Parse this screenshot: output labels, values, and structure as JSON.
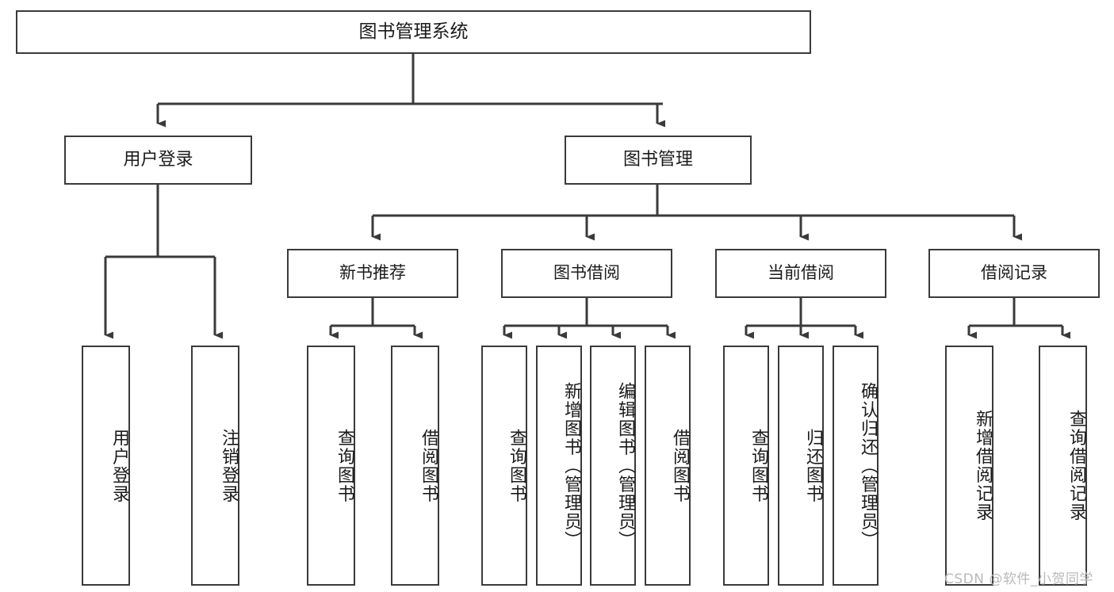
{
  "diagram": {
    "title": "图书管理系统",
    "type": "tree-hierarchy-diagram",
    "line_color": "#3a3a3a",
    "box_fill": "#ffffff",
    "text_color": "#1b1b1b"
  },
  "root": {
    "label": "图书管理系统"
  },
  "level2": [
    {
      "label": "用户登录"
    },
    {
      "label": "图书管理"
    }
  ],
  "level3": [
    {
      "label": "新书推荐"
    },
    {
      "label": "图书借阅"
    },
    {
      "label": "当前借阅"
    },
    {
      "label": "借阅记录"
    }
  ],
  "leaves": {
    "user_login": [
      {
        "label": "用户登录"
      },
      {
        "label": "注销登录"
      }
    ],
    "new_book_recommend": [
      {
        "label": "查询图书"
      },
      {
        "label": "借阅图书"
      }
    ],
    "book_borrow": [
      {
        "label": "查询图书"
      },
      {
        "label": "新增图书（管理员）"
      },
      {
        "label": "编辑图书（管理员）"
      },
      {
        "label": "借阅图书"
      }
    ],
    "current_borrow": [
      {
        "label": "查询图书"
      },
      {
        "label": "归还图书"
      },
      {
        "label": "确认归还（管理员）"
      }
    ],
    "borrow_record": [
      {
        "label": "新增借阅记录"
      },
      {
        "label": "查询借阅记录"
      }
    ]
  },
  "watermark": {
    "text": "CSDN @软件_小贺同学"
  },
  "chart_data": {
    "type": "table",
    "title": "图书管理系统",
    "hierarchy": [
      {
        "label": "图书管理系统",
        "level": 1,
        "children": [
          {
            "label": "用户登录",
            "level": 2,
            "children": [
              {
                "label": "用户登录",
                "level": 3
              },
              {
                "label": "注销登录",
                "level": 3
              }
            ]
          },
          {
            "label": "图书管理",
            "level": 2,
            "children": [
              {
                "label": "新书推荐",
                "level": 3,
                "children": [
                  {
                    "label": "查询图书",
                    "level": 4
                  },
                  {
                    "label": "借阅图书",
                    "level": 4
                  }
                ]
              },
              {
                "label": "图书借阅",
                "level": 3,
                "children": [
                  {
                    "label": "查询图书",
                    "level": 4
                  },
                  {
                    "label": "新增图书（管理员）",
                    "level": 4
                  },
                  {
                    "label": "编辑图书（管理员）",
                    "level": 4
                  },
                  {
                    "label": "借阅图书",
                    "level": 4
                  }
                ]
              },
              {
                "label": "当前借阅",
                "level": 3,
                "children": [
                  {
                    "label": "查询图书",
                    "level": 4
                  },
                  {
                    "label": "归还图书",
                    "level": 4
                  },
                  {
                    "label": "确认归还（管理员）",
                    "level": 4
                  }
                ]
              },
              {
                "label": "借阅记录",
                "level": 3,
                "children": [
                  {
                    "label": "新增借阅记录",
                    "level": 4
                  },
                  {
                    "label": "查询借阅记录",
                    "level": 4
                  }
                ]
              }
            ]
          }
        ]
      }
    ]
  }
}
